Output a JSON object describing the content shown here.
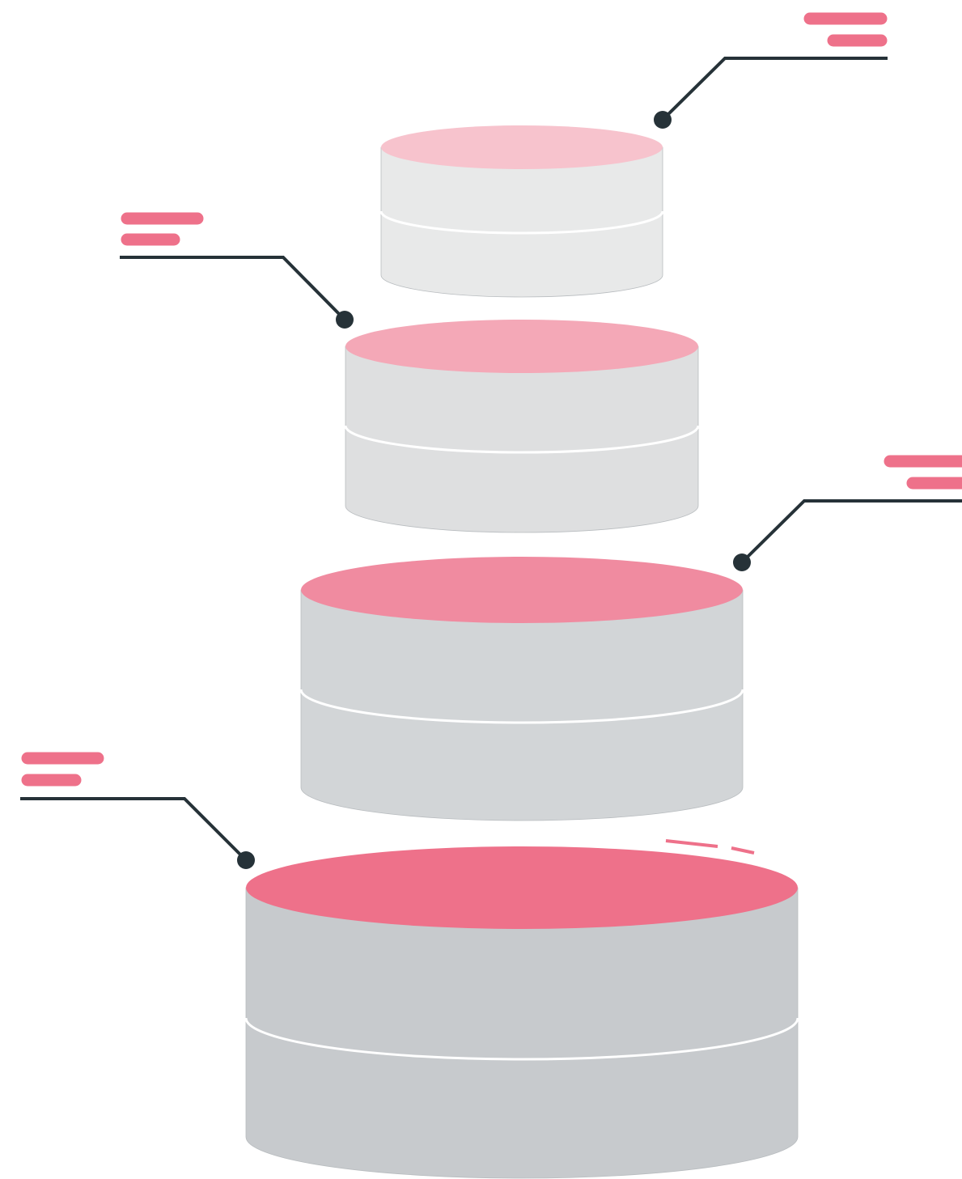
{
  "diagram": {
    "type": "stacked-cylinder-tiers",
    "colors": {
      "background": "#ffffff",
      "leader_line": "#263238",
      "label_placeholder": "#ee718a",
      "divider": "#ffffff",
      "body_outline": "#b8bcbf"
    },
    "tiers": [
      {
        "id": "tier-1",
        "top_color": "#f7c3cd",
        "body_color": "#e8e9e9",
        "callout_side": "right"
      },
      {
        "id": "tier-2",
        "top_color": "#f4a8b7",
        "body_color": "#dedfe0",
        "callout_side": "left"
      },
      {
        "id": "tier-3",
        "top_color": "#f08ba0",
        "body_color": "#d2d5d7",
        "callout_side": "right"
      },
      {
        "id": "tier-4",
        "top_color": "#ee718a",
        "body_color": "#c7cacd",
        "callout_side": "left"
      }
    ]
  }
}
